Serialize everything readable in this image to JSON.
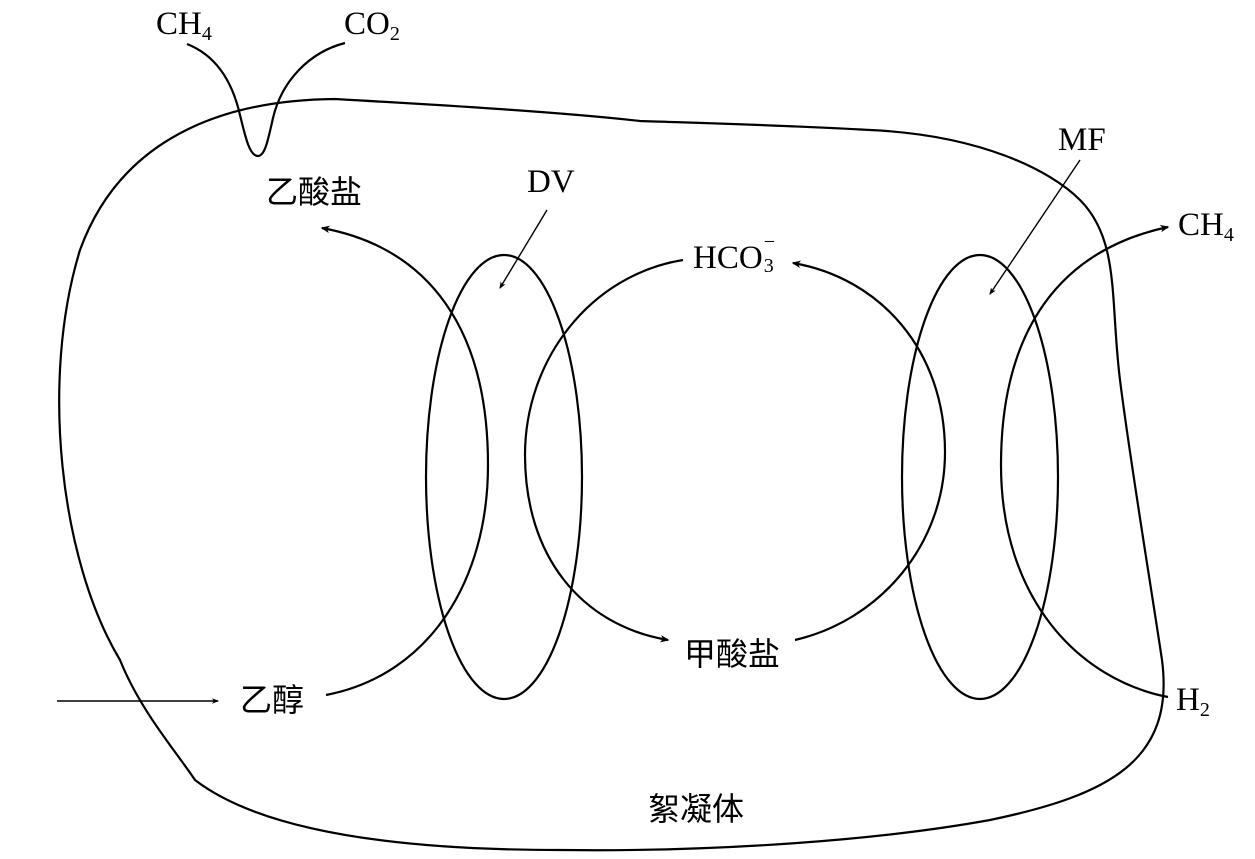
{
  "diagram": {
    "organisms": {
      "dv": "DV",
      "mf": "MF"
    },
    "substances": {
      "acetate": "乙酸盐",
      "ethanol": "乙醇",
      "formate": "甲酸盐",
      "bicarbonate": {
        "base": "HCO",
        "sub": "3",
        "sup": "−"
      },
      "methane_top": {
        "base": "CH",
        "sub": "4"
      },
      "co2_top": {
        "base": "CO",
        "sub": "2"
      },
      "methane_right": {
        "base": "CH",
        "sub": "4"
      },
      "hydrogen": {
        "base": "H",
        "sub": "2"
      }
    },
    "floc_label": "絮凝体"
  }
}
